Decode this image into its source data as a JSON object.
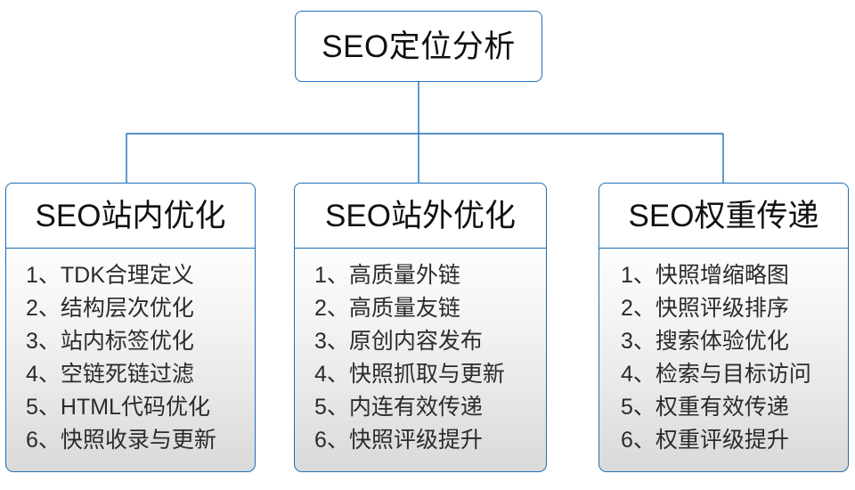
{
  "diagram": {
    "type": "org-tree",
    "root": {
      "label": "SEO定位分析"
    },
    "accent_color": "#1f6fb5",
    "text_color": "#111111",
    "body_text_color": "#2b2b2b",
    "body_fill_top": "#fdfdfd",
    "body_fill_bottom": "#dadada",
    "branches": [
      {
        "title": "SEO站内优化",
        "items": [
          "1、TDK合理定义",
          "2、结构层次优化",
          "3、站内标签优化",
          "4、空链死链过滤",
          "5、HTML代码优化",
          "6、快照收录与更新"
        ]
      },
      {
        "title": "SEO站外优化",
        "items": [
          "1、高质量外链",
          "2、高质量友链",
          "3、原创内容发布",
          "4、快照抓取与更新",
          "5、内连有效传递",
          "6、快照评级提升"
        ]
      },
      {
        "title": "SEO权重传递",
        "items": [
          "1、快照增缩略图",
          "2、快照评级排序",
          "3、搜索体验优化",
          "4、检索与目标访问",
          "5、权重有效传递",
          "6、权重评级提升"
        ]
      }
    ]
  }
}
